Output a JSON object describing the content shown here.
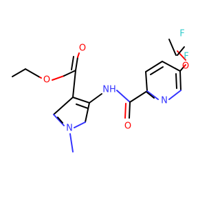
{
  "molecule": {
    "colors": {
      "carbon": "#000000",
      "oxygen": "#ff0000",
      "nitrogen": "#3333ff",
      "fluorine": "#33cccc",
      "background": "#ffffff"
    },
    "labels": {
      "ester_o_single": "O",
      "ester_o_double": "O",
      "amide_n": "NH",
      "amide_o": "O",
      "pyrrole_n": "N",
      "pyridine_n": "N",
      "ether_o": "O",
      "fluorine_top": "F",
      "fluorine_bottom": "F"
    }
  }
}
